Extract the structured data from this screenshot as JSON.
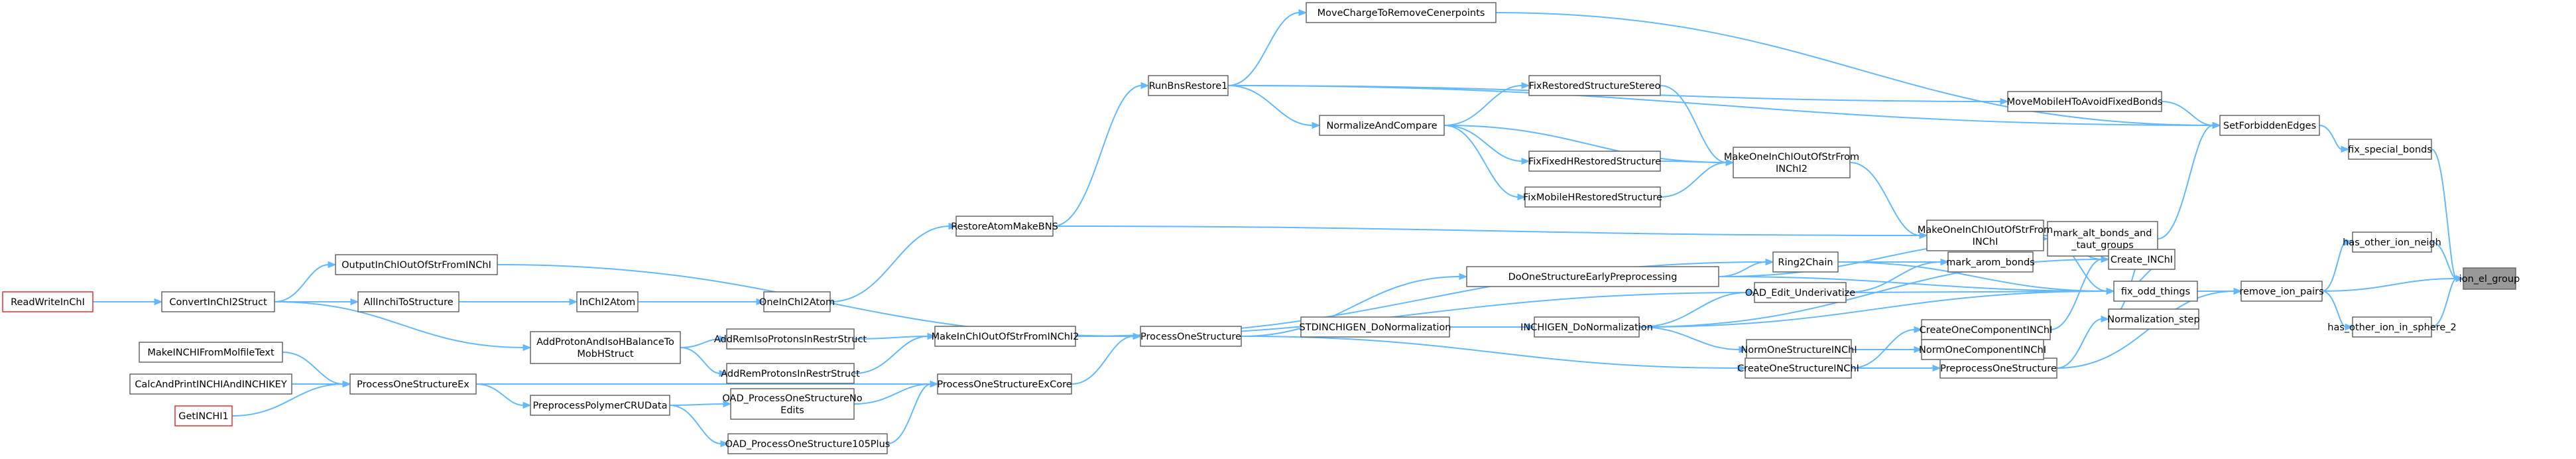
{
  "graph": {
    "colors": {
      "edge": "#63b8ff",
      "node_border": "#666666",
      "node_fill": "#ffffff",
      "current_node_fill": "#999999",
      "root_node_border": "#e0332e"
    },
    "current_node": "ion_el_group",
    "nodes": [
      {
        "id": "ion_el_group",
        "lines": [
          "ion_el_group"
        ]
      },
      {
        "id": "fix_special_bonds",
        "lines": [
          "fix_special_bonds"
        ]
      },
      {
        "id": "has_other_ion_neigh",
        "lines": [
          "has_other_ion_neigh"
        ]
      },
      {
        "id": "remove_ion_pairs",
        "lines": [
          "remove_ion_pairs"
        ]
      },
      {
        "id": "has_other_ion_in_sphere_2",
        "lines": [
          "has_other_ion_in_sphere_2"
        ]
      },
      {
        "id": "SetForbiddenEdges",
        "lines": [
          "SetForbiddenEdges"
        ]
      },
      {
        "id": "MoveChargeToRemoveCenerpoints",
        "lines": [
          "MoveChargeToRemoveCenerpoints"
        ]
      },
      {
        "id": "MoveMobileHToAvoidFixedBonds",
        "lines": [
          "MoveMobileHToAvoidFixedBonds"
        ]
      },
      {
        "id": "mark_alt_bonds_and_taut_groups",
        "lines": [
          "mark_alt_bonds_and",
          "_taut_groups"
        ]
      },
      {
        "id": "fix_odd_things",
        "lines": [
          "fix_odd_things"
        ]
      },
      {
        "id": "Create_INChI",
        "lines": [
          "Create_INChI"
        ]
      },
      {
        "id": "Normalization_step",
        "lines": [
          "Normalization_step"
        ]
      },
      {
        "id": "PreprocessOneStructure",
        "lines": [
          "PreprocessOneStructure"
        ]
      },
      {
        "id": "MakeOneInChIOutOfStrFromINChI",
        "lines": [
          "MakeOneInChIOutOfStrFrom",
          "INChI"
        ]
      },
      {
        "id": "MakeOneInChIOutOfStrFromINChI2",
        "lines": [
          "MakeOneInChIOutOfStrFrom",
          "INChI2"
        ]
      },
      {
        "id": "mark_arom_bonds",
        "lines": [
          "mark_arom_bonds"
        ]
      },
      {
        "id": "Ring2Chain",
        "lines": [
          "Ring2Chain"
        ]
      },
      {
        "id": "OAD_Edit_Underivatize",
        "lines": [
          "OAD_Edit_Underivatize"
        ]
      },
      {
        "id": "DoOneStructureEarlyPreprocessing",
        "lines": [
          "DoOneStructureEarlyPreprocessing"
        ]
      },
      {
        "id": "INCHIGEN_DoNormalization",
        "lines": [
          "INCHIGEN_DoNormalization"
        ]
      },
      {
        "id": "STDINCHIGEN_DoNormalization",
        "lines": [
          "STDINCHIGEN_DoNormalization"
        ]
      },
      {
        "id": "CreateOneComponentINChI",
        "lines": [
          "CreateOneComponentINChI"
        ]
      },
      {
        "id": "NormOneComponentINChI",
        "lines": [
          "NormOneComponentINChI"
        ]
      },
      {
        "id": "NormOneStructureINChI",
        "lines": [
          "NormOneStructureINChI"
        ]
      },
      {
        "id": "CreateOneStructureINChI",
        "lines": [
          "CreateOneStructureINChI"
        ]
      },
      {
        "id": "FixRestoredStructureStereo",
        "lines": [
          "FixRestoredStructureStereo"
        ]
      },
      {
        "id": "FixFixedHRestoredStructure",
        "lines": [
          "FixFixedHRestoredStructure"
        ]
      },
      {
        "id": "FixMobileHRestoredStructure",
        "lines": [
          "FixMobileHRestoredStructure"
        ]
      },
      {
        "id": "NormalizeAndCompare",
        "lines": [
          "NormalizeAndCompare"
        ]
      },
      {
        "id": "RunBnsRestore1",
        "lines": [
          "RunBnsRestore1"
        ]
      },
      {
        "id": "RestoreAtomMakeBNS",
        "lines": [
          "RestoreAtomMakeBNS"
        ]
      },
      {
        "id": "OneInChI2Atom",
        "lines": [
          "OneInChI2Atom"
        ]
      },
      {
        "id": "InChI2Atom",
        "lines": [
          "InChI2Atom"
        ]
      },
      {
        "id": "AllInchiToStructure",
        "lines": [
          "AllInchiToStructure"
        ]
      },
      {
        "id": "ConvertInChI2Struct",
        "lines": [
          "ConvertInChI2Struct"
        ]
      },
      {
        "id": "ReadWriteInChI",
        "lines": [
          "ReadWriteInChI"
        ]
      },
      {
        "id": "OutputInChIOutOfStrFromINChI",
        "lines": [
          "OutputInChIOutOfStrFromINChI"
        ]
      },
      {
        "id": "ProcessOneStructure",
        "lines": [
          "ProcessOneStructure"
        ]
      },
      {
        "id": "MakeInChIOutOfStrFromINChI2",
        "lines": [
          "MakeInChIOutOfStrFromINChI2"
        ]
      },
      {
        "id": "AddRemIsoProtonsInRestrStruct",
        "lines": [
          "AddRemIsoProtonsInRestrStruct"
        ]
      },
      {
        "id": "AddRemProtonsInRestrStruct",
        "lines": [
          "AddRemProtonsInRestrStruct"
        ]
      },
      {
        "id": "AddProtonAndIsoHBalanceToMobHStruct",
        "lines": [
          "AddProtonAndIsoHBalanceTo",
          "MobHStruct"
        ]
      },
      {
        "id": "ProcessOneStructureExCore",
        "lines": [
          "ProcessOneStructureExCore"
        ]
      },
      {
        "id": "ProcessOneStructureEx",
        "lines": [
          "ProcessOneStructureEx"
        ]
      },
      {
        "id": "PreprocessPolymerCRUData",
        "lines": [
          "PreprocessPolymerCRUData"
        ]
      },
      {
        "id": "OAD_ProcessOneStructureNoEdits",
        "lines": [
          "OAD_ProcessOneStructureNo",
          "Edits"
        ]
      },
      {
        "id": "OAD_ProcessOneStructure105Plus",
        "lines": [
          "OAD_ProcessOneStructure105Plus"
        ]
      },
      {
        "id": "MakeINCHIFromMolfileText",
        "lines": [
          "MakeINCHIFromMolfileText"
        ]
      },
      {
        "id": "CalcAndPrintINCHIAndINCHIKEY",
        "lines": [
          "CalcAndPrintINCHIAndINCHIKEY"
        ]
      },
      {
        "id": "GetINCHI1",
        "lines": [
          "GetINCHI1"
        ]
      }
    ],
    "edges": [
      [
        "ion_el_group",
        "fix_special_bonds"
      ],
      [
        "ion_el_group",
        "has_other_ion_neigh"
      ],
      [
        "ion_el_group",
        "remove_ion_pairs"
      ],
      [
        "ion_el_group",
        "has_other_ion_in_sphere_2"
      ],
      [
        "fix_special_bonds",
        "SetForbiddenEdges"
      ],
      [
        "has_other_ion_neigh",
        "remove_ion_pairs"
      ],
      [
        "has_other_ion_in_sphere_2",
        "remove_ion_pairs"
      ],
      [
        "remove_ion_pairs",
        "fix_odd_things"
      ],
      [
        "remove_ion_pairs",
        "PreprocessOneStructure"
      ],
      [
        "SetForbiddenEdges",
        "MoveChargeToRemoveCenerpoints"
      ],
      [
        "SetForbiddenEdges",
        "MoveMobileHToAvoidFixedBonds"
      ],
      [
        "SetForbiddenEdges",
        "RunBnsRestore1"
      ],
      [
        "SetForbiddenEdges",
        "mark_alt_bonds_and_taut_groups"
      ],
      [
        "MoveChargeToRemoveCenerpoints",
        "RunBnsRestore1"
      ],
      [
        "MoveMobileHToAvoidFixedBonds",
        "RunBnsRestore1"
      ],
      [
        "mark_alt_bonds_and_taut_groups",
        "Create_INChI"
      ],
      [
        "mark_alt_bonds_and_taut_groups",
        "DoOneStructureEarlyPreprocessing"
      ],
      [
        "mark_alt_bonds_and_taut_groups",
        "Normalization_step"
      ],
      [
        "fix_odd_things",
        "Create_INChI"
      ],
      [
        "fix_odd_things",
        "DoOneStructureEarlyPreprocessing"
      ],
      [
        "fix_odd_things",
        "MakeOneInChIOutOfStrFromINChI"
      ],
      [
        "fix_odd_things",
        "INCHIGEN_DoNormalization"
      ],
      [
        "fix_odd_things",
        "OAD_Edit_Underivatize"
      ],
      [
        "fix_odd_things",
        "Ring2Chain"
      ],
      [
        "Create_INChI",
        "MakeOneInChIOutOfStrFromINChI"
      ],
      [
        "Create_INChI",
        "INCHIGEN_DoNormalization"
      ],
      [
        "Create_INChI",
        "CreateOneComponentINChI"
      ],
      [
        "Normalization_step",
        "PreprocessOneStructure"
      ],
      [
        "MakeOneInChIOutOfStrFromINChI",
        "MakeOneInChIOutOfStrFromINChI2"
      ],
      [
        "MakeOneInChIOutOfStrFromINChI",
        "RestoreAtomMakeBNS"
      ],
      [
        "MakeOneInChIOutOfStrFromINChI2",
        "FixRestoredStructureStereo"
      ],
      [
        "MakeOneInChIOutOfStrFromINChI2",
        "FixFixedHRestoredStructure"
      ],
      [
        "MakeOneInChIOutOfStrFromINChI2",
        "FixMobileHRestoredStructure"
      ],
      [
        "MakeOneInChIOutOfStrFromINChI2",
        "NormalizeAndCompare"
      ],
      [
        "mark_arom_bonds",
        "Ring2Chain"
      ],
      [
        "mark_arom_bonds",
        "OAD_Edit_Underivatize"
      ],
      [
        "Ring2Chain",
        "DoOneStructureEarlyPreprocessing"
      ],
      [
        "Ring2Chain",
        "MakeInChIOutOfStrFromINChI2"
      ],
      [
        "OAD_Edit_Underivatize",
        "INCHIGEN_DoNormalization"
      ],
      [
        "OAD_Edit_Underivatize",
        "MakeInChIOutOfStrFromINChI2"
      ],
      [
        "DoOneStructureEarlyPreprocessing",
        "ProcessOneStructure"
      ],
      [
        "INCHIGEN_DoNormalization",
        "STDINCHIGEN_DoNormalization"
      ],
      [
        "CreateOneComponentINChI",
        "CreateOneStructureINChI"
      ],
      [
        "NormOneComponentINChI",
        "NormOneStructureINChI"
      ],
      [
        "NormOneStructureINChI",
        "INCHIGEN_DoNormalization"
      ],
      [
        "PreprocessOneStructure",
        "CreateOneStructureINChI"
      ],
      [
        "CreateOneStructureINChI",
        "ProcessOneStructure"
      ],
      [
        "FixRestoredStructureStereo",
        "NormalizeAndCompare"
      ],
      [
        "FixFixedHRestoredStructure",
        "NormalizeAndCompare"
      ],
      [
        "FixMobileHRestoredStructure",
        "NormalizeAndCompare"
      ],
      [
        "NormalizeAndCompare",
        "RunBnsRestore1"
      ],
      [
        "RunBnsRestore1",
        "RestoreAtomMakeBNS"
      ],
      [
        "RestoreAtomMakeBNS",
        "OneInChI2Atom"
      ],
      [
        "OneInChI2Atom",
        "InChI2Atom"
      ],
      [
        "InChI2Atom",
        "AllInchiToStructure"
      ],
      [
        "AllInchiToStructure",
        "ConvertInChI2Struct"
      ],
      [
        "ConvertInChI2Struct",
        "ReadWriteInChI"
      ],
      [
        "OutputInChIOutOfStrFromINChI",
        "ConvertInChI2Struct"
      ],
      [
        "ProcessOneStructure",
        "OutputInChIOutOfStrFromINChI"
      ],
      [
        "ProcessOneStructure",
        "MakeInChIOutOfStrFromINChI2"
      ],
      [
        "ProcessOneStructure",
        "ProcessOneStructureExCore"
      ],
      [
        "MakeInChIOutOfStrFromINChI2",
        "AddRemIsoProtonsInRestrStruct"
      ],
      [
        "MakeInChIOutOfStrFromINChI2",
        "AddRemProtonsInRestrStruct"
      ],
      [
        "AddRemIsoProtonsInRestrStruct",
        "AddProtonAndIsoHBalanceToMobHStruct"
      ],
      [
        "AddRemProtonsInRestrStruct",
        "AddProtonAndIsoHBalanceToMobHStruct"
      ],
      [
        "AddProtonAndIsoHBalanceToMobHStruct",
        "ConvertInChI2Struct"
      ],
      [
        "ProcessOneStructureExCore",
        "ProcessOneStructureEx"
      ],
      [
        "ProcessOneStructureExCore",
        "OAD_ProcessOneStructureNoEdits"
      ],
      [
        "ProcessOneStructureExCore",
        "OAD_ProcessOneStructure105Plus"
      ],
      [
        "OAD_ProcessOneStructureNoEdits",
        "PreprocessPolymerCRUData"
      ],
      [
        "OAD_ProcessOneStructure105Plus",
        "PreprocessPolymerCRUData"
      ],
      [
        "PreprocessPolymerCRUData",
        "ProcessOneStructureEx"
      ],
      [
        "ProcessOneStructureEx",
        "MakeINCHIFromMolfileText"
      ],
      [
        "ProcessOneStructureEx",
        "CalcAndPrintINCHIAndINCHIKEY"
      ],
      [
        "ProcessOneStructureEx",
        "GetINCHI1"
      ]
    ]
  }
}
